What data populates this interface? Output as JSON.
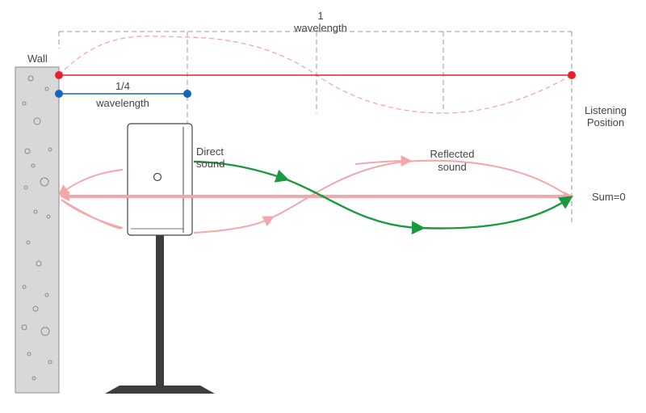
{
  "labels": {
    "wall": "Wall",
    "wavelength_num": "1",
    "wavelength_word": "wavelength",
    "quarter_num": "1/4",
    "quarter_word": "wavelength",
    "listening_line1": "Listening",
    "listening_line2": "Position",
    "direct_line1": "Direct",
    "direct_line2": "sound",
    "reflected_line1": "Reflected",
    "reflected_line2": "sound",
    "sum": "Sum=0"
  },
  "colors": {
    "wall_fill": "#d8d8d8",
    "wall_stroke": "#8a8a8a",
    "red": "#e8202a",
    "blue": "#1565b8",
    "green": "#1a9a40",
    "pink": "#f4a7aa",
    "gray_dash": "#9a9a9a",
    "stand": "#3d3d3d",
    "text": "#444444"
  }
}
